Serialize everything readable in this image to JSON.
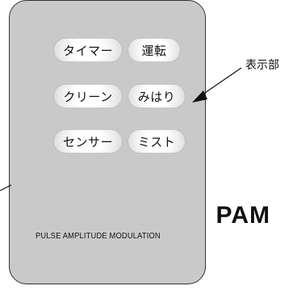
{
  "buttons": {
    "timer": "タイマー",
    "operation": "運転",
    "clean": "クリーン",
    "watch": "みはり",
    "sensor": "センサー",
    "mist": "ミスト"
  },
  "logo": "PAM",
  "tagline": "PULSE AMPLITUDE MODULATION",
  "callout_label": "表示部",
  "colors": {
    "panel": "#c9c9c9",
    "outline": "#333333"
  }
}
